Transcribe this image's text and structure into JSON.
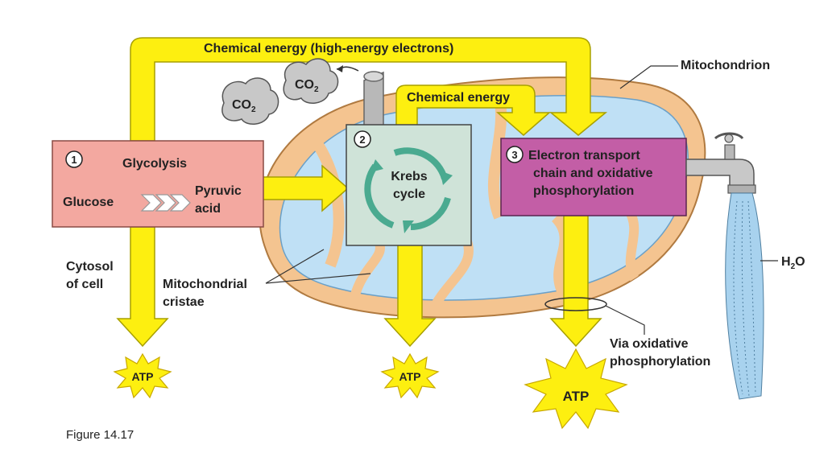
{
  "colors": {
    "arrow": "#fdef10",
    "arrow_stroke": "#a8a000",
    "mito_outer": "#f4c490",
    "matrix": "#bfe0f5",
    "glycolysis_box": "#f3a8a0",
    "krebs_box": "#cfe3d8",
    "etc_box": "#c35ea6",
    "krebs_cycle": "#4aaa90",
    "water": "#a8d2ee"
  },
  "labels": {
    "top_arrow": "Chemical energy (high-energy electrons)",
    "mid_arrow": "Chemical energy",
    "mitochondrion": "Mitochondrion",
    "co2_sub": "2",
    "co2_main": "CO",
    "glycolysis_num": "1",
    "glycolysis": "Glycolysis",
    "glucose": "Glucose",
    "pyruvic_line1": "Pyruvic",
    "pyruvic_line2": "acid",
    "krebs_num": "2",
    "krebs_line1": "Krebs",
    "krebs_line2": "cycle",
    "etc_num": "3",
    "etc_line1": "Electron transport",
    "etc_line2": "chain and oxidative",
    "etc_line3": "phosphorylation",
    "cytosol_line1": "Cytosol",
    "cytosol_line2": "of cell",
    "cristae_line1": "Mitochondrial",
    "cristae_line2": "cristae",
    "via_line1": "Via oxidative",
    "via_line2": "phosphorylation",
    "water_main": "H",
    "water_sub": "2",
    "water_o": "O",
    "atp": "ATP"
  },
  "caption": "Figure 14.17"
}
